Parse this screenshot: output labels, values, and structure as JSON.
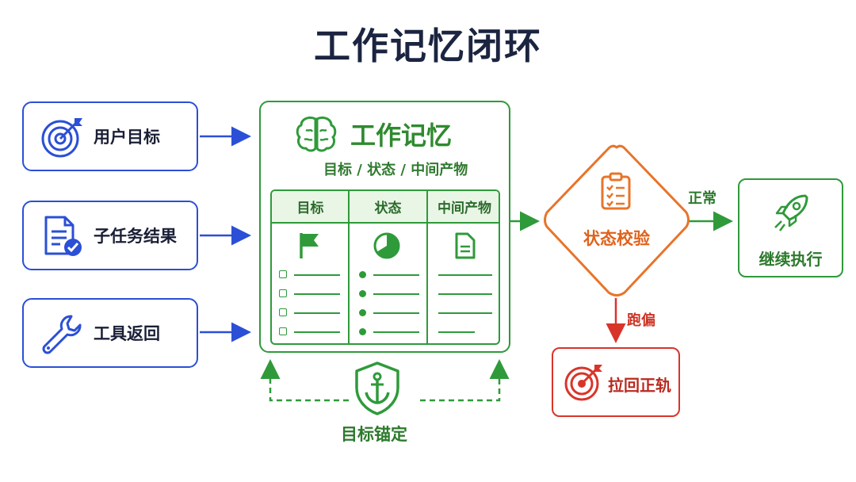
{
  "title": "工作记忆闭环",
  "inputs": [
    {
      "label": "用户目标",
      "icon": "target-icon"
    },
    {
      "label": "子任务结果",
      "icon": "document-check-icon"
    },
    {
      "label": "工具返回",
      "icon": "wrench-icon"
    }
  ],
  "memory": {
    "title": "工作记忆",
    "subtitle": "目标 / 状态 / 中间产物",
    "icon": "brain-icon",
    "columns": [
      {
        "header": "目标",
        "icon": "flag-icon"
      },
      {
        "header": "状态",
        "icon": "pie-chart-icon"
      },
      {
        "header": "中间产物",
        "icon": "file-icon"
      }
    ]
  },
  "check": {
    "label": "状态校验",
    "icon": "clipboard-checklist-icon"
  },
  "normal_label": "正常",
  "continue": {
    "label": "继续执行",
    "icon": "rocket-icon"
  },
  "deviate_label": "跑偏",
  "correct": {
    "label": "拉回正轨",
    "icon": "target-icon"
  },
  "anchor": {
    "label": "目标锚定",
    "icon": "anchor-shield-icon"
  },
  "colors": {
    "blue": "#2b4fd6",
    "green": "#2f9a3a",
    "orange": "#e8742a",
    "red": "#d8352a",
    "title": "#1b2440"
  }
}
